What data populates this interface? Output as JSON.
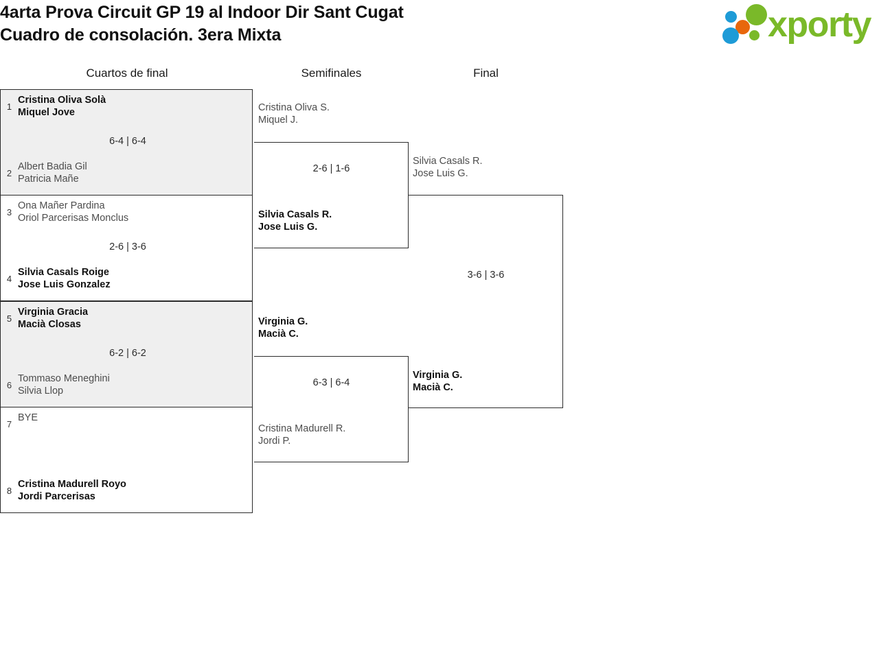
{
  "header": {
    "title_line_1": "4arta Prova Circuit GP 19 al Indoor Dir Sant Cugat",
    "title_line_2": "Cuadro de consolación. 3era Mixta",
    "logo_text": "xporty",
    "logo_colors": {
      "green": "#7ab929",
      "blue": "#1e9bd7",
      "orange": "#e8670c"
    }
  },
  "rounds": {
    "quarterfinals_label": "Cuartos de final",
    "semifinals_label": "Semifinales",
    "final_label": "Final"
  },
  "quarterfinals": [
    {
      "score": "6-4 | 6-4",
      "top": {
        "seed": "1",
        "player1": "Cristina Oliva Solà",
        "player2": "Miquel Jove",
        "result": "winner"
      },
      "bottom": {
        "seed": "2",
        "player1": "Albert Badia Gil",
        "player2": "Patricia Mañe",
        "result": "loser"
      }
    },
    {
      "score": "2-6 | 3-6",
      "top": {
        "seed": "3",
        "player1": "Ona Mañer Pardina",
        "player2": "Oriol Parcerisas Monclus",
        "result": "loser"
      },
      "bottom": {
        "seed": "4",
        "player1": "Silvia Casals Roige",
        "player2": "Jose Luis Gonzalez",
        "result": "winner"
      }
    },
    {
      "score": "6-2 | 6-2",
      "top": {
        "seed": "5",
        "player1": "Virginia Gracia",
        "player2": "Macià Closas",
        "result": "winner"
      },
      "bottom": {
        "seed": "6",
        "player1": "Tommaso Meneghini",
        "player2": "Silvia Llop",
        "result": "loser"
      }
    },
    {
      "score": "",
      "top": {
        "seed": "7",
        "player1": "BYE",
        "player2": "",
        "result": "loser"
      },
      "bottom": {
        "seed": "8",
        "player1": "Cristina Madurell Royo",
        "player2": "Jordi Parcerisas",
        "result": "winner"
      }
    }
  ],
  "semifinals": [
    {
      "score": "2-6 | 1-6",
      "top": {
        "player1": "Cristina Oliva S.",
        "player2": "Miquel J.",
        "result": "loser"
      },
      "bottom": {
        "player1": "Silvia Casals R.",
        "player2": "Jose Luis G.",
        "result": "winner"
      }
    },
    {
      "score": "6-3 | 6-4",
      "top": {
        "player1": "Virginia G.",
        "player2": "Macià C.",
        "result": "winner"
      },
      "bottom": {
        "player1": "Cristina Madurell R.",
        "player2": "Jordi P.",
        "result": "loser"
      }
    }
  ],
  "final": {
    "score": "3-6 | 3-6",
    "top": {
      "player1": "Silvia Casals R.",
      "player2": "Jose Luis G.",
      "result": "loser"
    },
    "bottom": {
      "player1": "Virginia G.",
      "player2": "Macià C.",
      "result": "winner"
    }
  }
}
